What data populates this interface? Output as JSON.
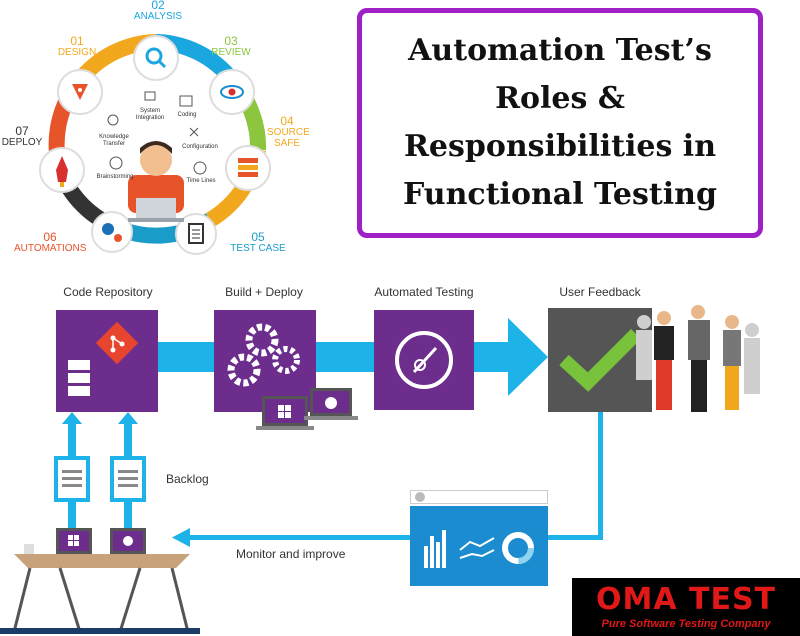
{
  "lifecycle": {
    "stages": [
      {
        "num": "02",
        "label": "ANALYSIS",
        "color": "#1aa6de",
        "icon": "magnifier-icon"
      },
      {
        "num": "03",
        "label": "REVIEW",
        "color": "#8cc63e",
        "icon": "eye-icon"
      },
      {
        "num": "04",
        "label": "SOURCE SAFE",
        "color": "#f2a81d",
        "icon": "server-icon"
      },
      {
        "num": "05",
        "label": "TEST CASE",
        "color": "#1a9cc8",
        "icon": "clipboard-icon"
      },
      {
        "num": "06",
        "label": "AUTOMATIONS",
        "color": "#e8542a",
        "icon": "gears-icon"
      },
      {
        "num": "07",
        "label": "DEPLOY",
        "color": "#333333",
        "icon": "rocket-icon"
      },
      {
        "num": "01",
        "label": "DESIGN",
        "color": "#f2a81d",
        "icon": "design-pen-icon"
      }
    ],
    "inner_items": [
      "System Integration",
      "Coding",
      "Knowledge Transfer",
      "Configuration",
      "Brainstorming",
      "Time Lines"
    ]
  },
  "title": {
    "lines": [
      "Automation Test’s",
      "Roles &",
      "Responsibilities in",
      "Functional Testing"
    ]
  },
  "flow": {
    "code_repository": "Code Repository",
    "build_deploy": "Build + Deploy",
    "automated_testing": "Automated Testing",
    "user_feedback": "User Feedback",
    "backlog": "Backlog",
    "monitor": "Monitor and improve",
    "accent": "#1db3e8",
    "tile_color": "#6c2d8c"
  },
  "logo": {
    "name": "OMA TEST",
    "tagline": "Pure Software Testing Company"
  }
}
